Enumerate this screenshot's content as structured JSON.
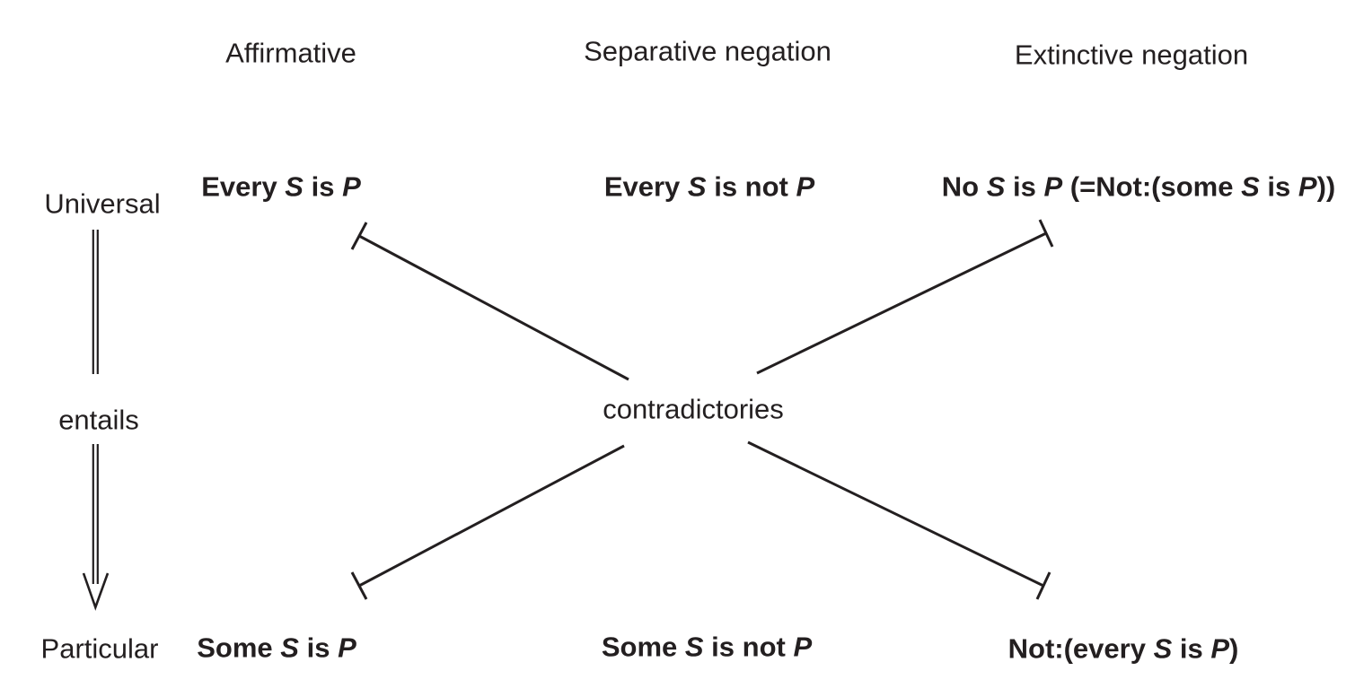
{
  "diagram": {
    "colors": {
      "background": "#ffffff",
      "ink": "#231f20"
    },
    "column_headers": [
      {
        "label": "Affirmative"
      },
      {
        "label": "Separative negation"
      },
      {
        "label": "Extinctive negation"
      }
    ],
    "row_labels": {
      "top": "Universal",
      "arrow_label": "entails",
      "bottom": "Particular"
    },
    "center_label": "contradictories",
    "propositions": {
      "universal_affirmative": {
        "plain": "Every S is P",
        "segments": [
          {
            "t": "Every "
          },
          {
            "t": "S",
            "i": 1
          },
          {
            "t": " is "
          },
          {
            "t": "P",
            "i": 1
          }
        ]
      },
      "universal_separative_negation": {
        "plain": "Every S is not P",
        "segments": [
          {
            "t": "Every "
          },
          {
            "t": "S",
            "i": 1
          },
          {
            "t": " is not "
          },
          {
            "t": "P",
            "i": 1
          }
        ]
      },
      "universal_extinctive_negation": {
        "plain": "No S is P (=Not:(some S is P))",
        "segments": [
          {
            "t": "No "
          },
          {
            "t": "S",
            "i": 1
          },
          {
            "t": " is "
          },
          {
            "t": "P",
            "i": 1
          },
          {
            "t": " (=Not:(some "
          },
          {
            "t": "S",
            "i": 1
          },
          {
            "t": " is "
          },
          {
            "t": "P",
            "i": 1
          },
          {
            "t": "))"
          }
        ]
      },
      "particular_affirmative": {
        "plain": "Some S is P",
        "segments": [
          {
            "t": "Some "
          },
          {
            "t": "S",
            "i": 1
          },
          {
            "t": " is "
          },
          {
            "t": "P",
            "i": 1
          }
        ]
      },
      "particular_separative_negation": {
        "plain": "Some S is not P",
        "segments": [
          {
            "t": "Some "
          },
          {
            "t": "S",
            "i": 1
          },
          {
            "t": " is not "
          },
          {
            "t": "P",
            "i": 1
          }
        ]
      },
      "particular_extinctive_negation": {
        "plain": "Not:(every S is P)",
        "segments": [
          {
            "t": "Not:(every "
          },
          {
            "t": "S",
            "i": 1
          },
          {
            "t": " is "
          },
          {
            "t": "P",
            "i": 1
          },
          {
            "t": ")"
          }
        ]
      }
    }
  }
}
